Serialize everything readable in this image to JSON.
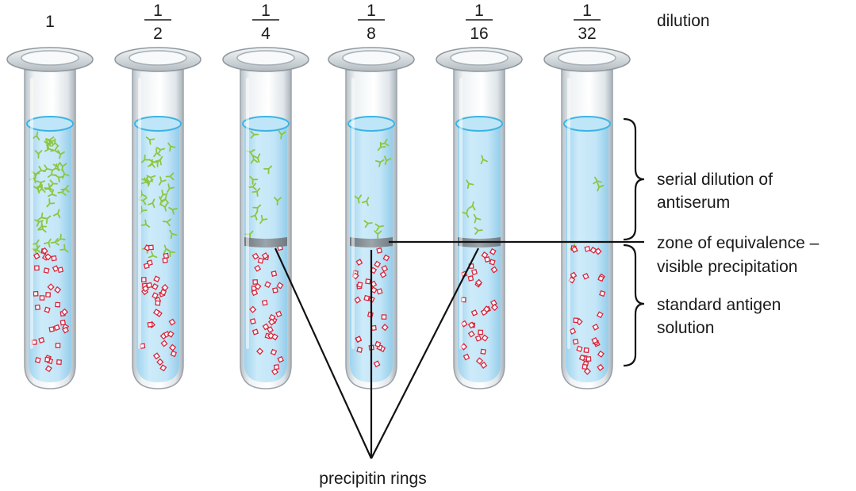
{
  "dilution_label": "dilution",
  "labels": {
    "serial_dilution": [
      "serial dilution of",
      "antiserum"
    ],
    "zone_of_equivalence": [
      "zone of equivalence –",
      "visible precipitation"
    ],
    "standard_antigen": [
      "standard antigen",
      "solution"
    ],
    "precipitin_rings": "precipitin rings"
  },
  "tubes": [
    {
      "dilution": {
        "whole": "1"
      },
      "antibody_count": 44,
      "antigen_count": 34,
      "precipitin_ring": false
    },
    {
      "dilution": {
        "numerator": "1",
        "denominator": "2"
      },
      "antibody_count": 32,
      "antigen_count": 34,
      "precipitin_ring": false
    },
    {
      "dilution": {
        "numerator": "1",
        "denominator": "4"
      },
      "antibody_count": 14,
      "antigen_count": 32,
      "precipitin_ring": true
    },
    {
      "dilution": {
        "numerator": "1",
        "denominator": "8"
      },
      "antibody_count": 9,
      "antigen_count": 30,
      "precipitin_ring": true
    },
    {
      "dilution": {
        "numerator": "1",
        "denominator": "16"
      },
      "antibody_count": 6,
      "antigen_count": 30,
      "precipitin_ring": true
    },
    {
      "dilution": {
        "numerator": "1",
        "denominator": "32"
      },
      "antibody_count": 3,
      "antigen_count": 30,
      "precipitin_ring": false
    }
  ],
  "colors": {
    "liquid": "#bfe4f7",
    "liquid_surface": "#3cb4e5",
    "antibody": "#8cc63f",
    "antigen": "#d7263d",
    "precipitin_ring": "#8a9096",
    "glass": "#e6ebee"
  }
}
